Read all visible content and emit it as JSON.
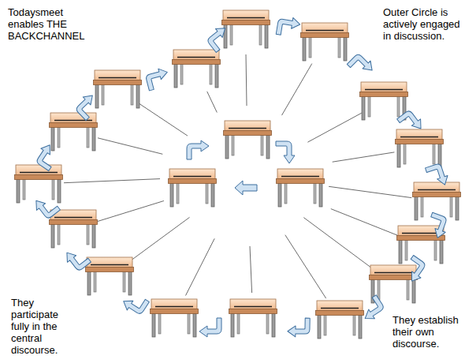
{
  "diagram": {
    "labels": [
      "Todaysmeet enables THE BACKCHANNEL",
      "Outer Circle is actively engaged in discussion.",
      "They participate fully in the central discourse.",
      "They establish their own discourse."
    ]
  }
}
